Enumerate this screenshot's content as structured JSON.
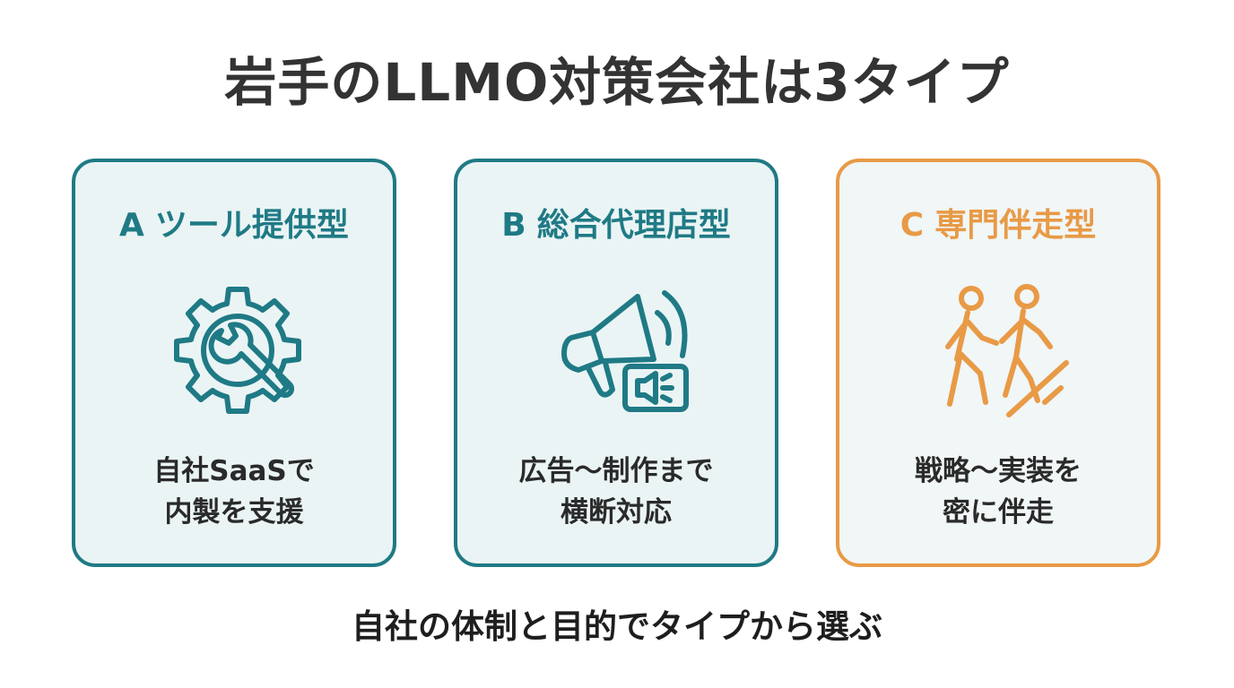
{
  "title": "岩手のLLMO対策会社は3タイプ",
  "colors": {
    "teal": "#1f7a85",
    "orange": "#e89a46",
    "card_fill": "#eaf4f5",
    "text": "#333333"
  },
  "cards": [
    {
      "letter": "A",
      "name": "ツール提供型",
      "icon": "gear-wrench-icon",
      "desc_lines": [
        "自社SaaSで",
        "内製を支援"
      ]
    },
    {
      "letter": "B",
      "name": "総合代理店型",
      "icon": "megaphone-icon",
      "desc_lines": [
        "広告〜制作まで",
        "横断対応"
      ]
    },
    {
      "letter": "C",
      "name": "専門伴走型",
      "icon": "walking-people-icon",
      "desc_lines": [
        "戦略〜実装を",
        "密に伴走"
      ]
    }
  ],
  "footer": "自社の体制と目的でタイプから選ぶ"
}
